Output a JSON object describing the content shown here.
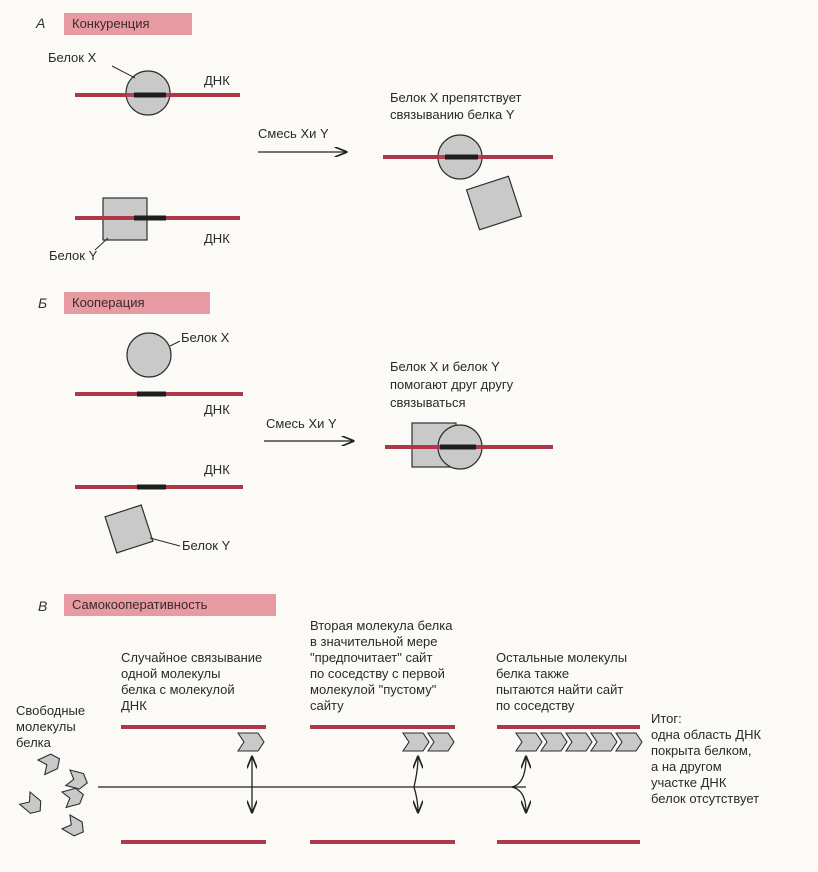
{
  "sections": {
    "a": {
      "letter": "А",
      "title": "Конкуренция"
    },
    "b": {
      "letter": "Б",
      "title": "Кооперация"
    },
    "c": {
      "letter": "В",
      "title": "Самокооперативность"
    }
  },
  "labels": {
    "protein_x": "Белок X",
    "protein_y": "Белок Y",
    "dna": "ДНК",
    "mix_a": "Смесь Xи Y",
    "mix_b": "Смесь Xи Y",
    "competition_result": "Белок X препятствует\nсвязыванию белка Y",
    "cooperation_result": "Белок X и белок Y\nпомогают друг другу\nсвязываться"
  },
  "self_coop": {
    "free": "Свободные\nмолекулы\nбелка",
    "step1": "Случайное связывание\nодной молекулы\nбелка с молекулой\nДНК",
    "step2": "Вторая молекула белка\nв значительной мере\n\"предпочитает\" сайт\nпо соседству с первой\nмолекулой \"пустому\"\nсайту",
    "step3": "Остальные молекулы\nбелка также\nпытаются найти сайт\nпо соседству",
    "result": "Итог:\nодна область ДНК\nпокрыта белком,\nа на другом\nучастке ДНК\nбелок отсутствует"
  },
  "colors": {
    "dna": "#b0364a",
    "site": "#1e1e1e",
    "protein_fill": "#c9c9c9",
    "protein_stroke": "#2f2f2f",
    "title_bg": "#e79aa1"
  }
}
